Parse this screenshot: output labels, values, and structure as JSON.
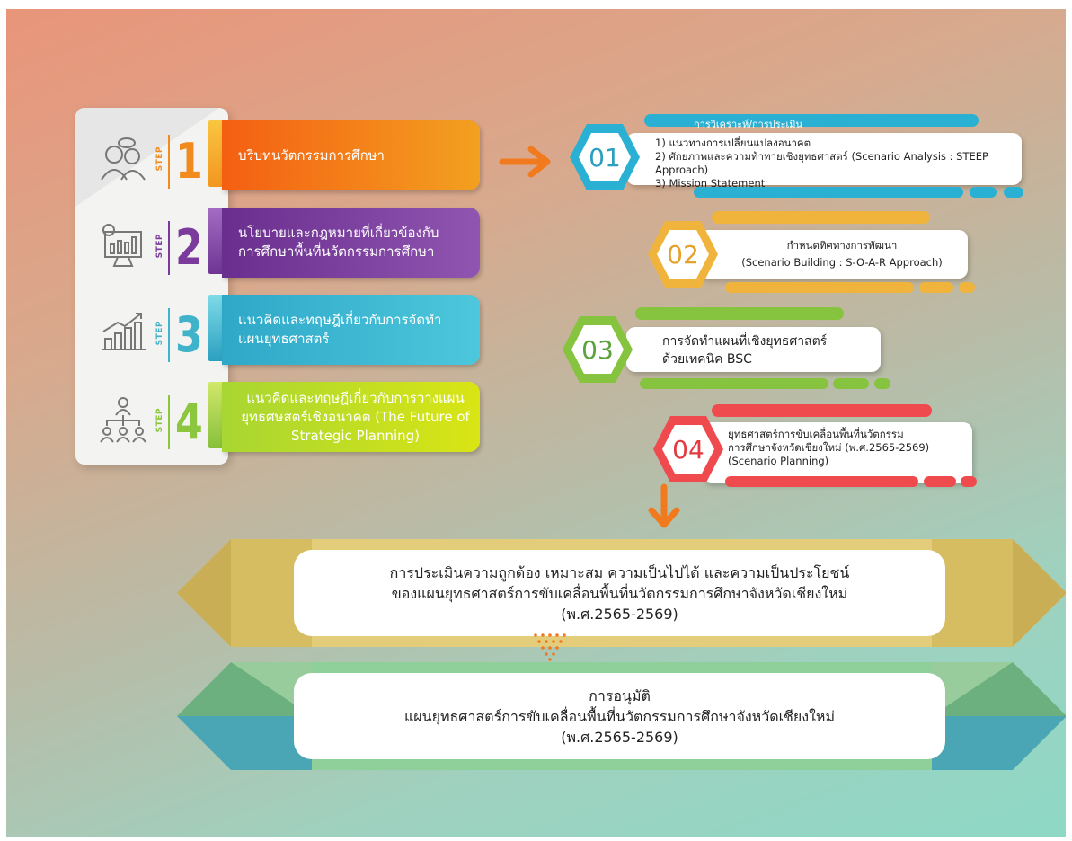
{
  "steps": [
    {
      "word": "STEP",
      "number": "1",
      "title_lines": [
        "บริบทนวัตกรรมการศึกษา"
      ],
      "color": "#f28a1d",
      "band_from": "#f45f12",
      "band_to": "#f3a020",
      "icon": "people-talking-icon"
    },
    {
      "word": "STEP",
      "number": "2",
      "title_lines": [
        "นโยบายและกฎหมายที่เกี่ยวข้องกับ",
        "การศึกษาพื้นที่นวัตกรรมการศึกษา"
      ],
      "color": "#7b3b9c",
      "band_from": "#6a2e8e",
      "band_to": "#8f55b0",
      "icon": "monitor-chart-icon"
    },
    {
      "word": "STEP",
      "number": "3",
      "title_lines": [
        "แนวคิดและทฤษฎีเกี่ยวกับการจัดทำ",
        "แผนยุทธศาสตร์"
      ],
      "color": "#3fb3c9",
      "band_from": "#2fa8c8",
      "band_to": "#4cc7dc",
      "icon": "growth-chart-icon"
    },
    {
      "word": "STEP",
      "number": "4",
      "title_lines": [
        "แนวคิดและทฤษฎีเกี่ยวกับการวางแผน",
        "ยุทธศษสตร์เชิงอนาคต (The Future of",
        "Strategic Planning)"
      ],
      "color": "#8cc63f",
      "band_from": "#a8d632",
      "band_to": "#d9e514",
      "icon": "organization-icon"
    }
  ],
  "phases": [
    {
      "number": "01",
      "color": "#29b0d3",
      "heading": "การวิเคราะห์/การประเมิน",
      "lines": [
        "1) แนวทางการเปลี่ยนแปลงอนาคต",
        "2) ศักยภาพและความท้าทายเชิงยุทธศาสตร์ (Scenario Analysis : STEEP Approach)",
        "3) Mission Statement"
      ]
    },
    {
      "number": "02",
      "color": "#f0b43c",
      "heading": "",
      "lines": [
        "กำหนดทิศทางการพัฒนา",
        "(Scenario Building : S-O-A-R Approach)"
      ]
    },
    {
      "number": "03",
      "color": "#86c440",
      "heading": "",
      "lines": [
        "การจัดทำแผนที่เชิงยุทธศาสตร์",
        "ด้วยเทคนิค BSC"
      ]
    },
    {
      "number": "04",
      "color": "#ef4b4f",
      "heading": "",
      "lines": [
        "ยุทธศาสตร์การขับเคลื่อนพื้นที่นวัตกรรม",
        "การศึกษาจังหวัดเชียงใหม่ (พ.ศ.2565-2569)",
        "(Scenario Planning)"
      ]
    }
  ],
  "evaluation": {
    "lines": [
      "การประเมินความถูกต้อง เหมาะสม ความเป็นไปได้ และความเป็นประโยชน์",
      "ของแผนยุทธศาสตร์การขับเคลื่อนพื้นที่นวัตกรรมการศึกษาจังหวัดเชียงใหม่",
      "(พ.ศ.2565-2569)"
    ]
  },
  "approval": {
    "lines": [
      "การอนุมัติ",
      "แผนยุทธศาสตร์การขับเคลื่อนพื้นที่นวัตกรรมการศึกษาจังหวัดเชียงใหม่",
      "(พ.ศ.2565-2569)"
    ]
  },
  "colors": {
    "arrow": "#f27a1e",
    "eval_gold": "#e3cd7b",
    "approve_green": "#6bb07e",
    "approve_teal": "#4aa6b5"
  }
}
